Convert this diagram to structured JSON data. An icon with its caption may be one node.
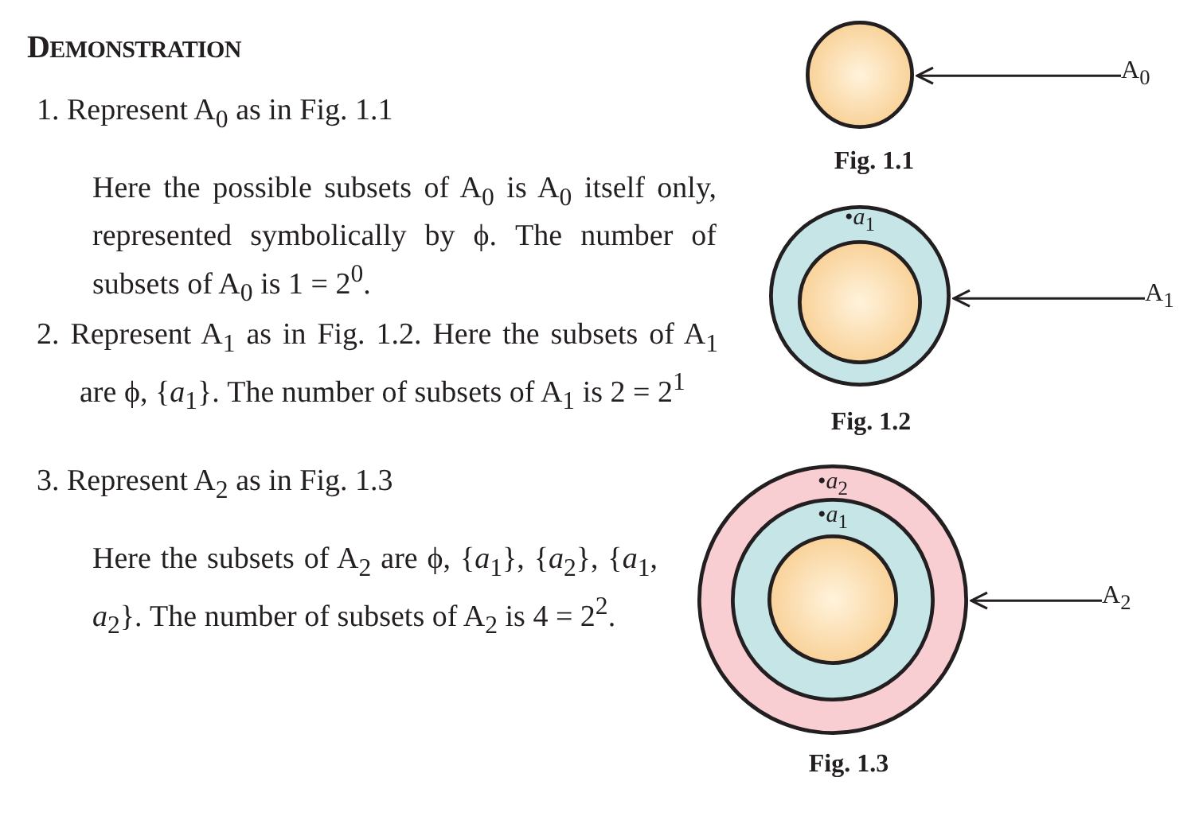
{
  "diagram": {
    "title": "DEMONSTRATION",
    "nodes": [
      {
        "text": [],
        "shape": "circle",
        "beside": [
          "Fig. 1.1"
        ]
      },
      {
        "text": [
          "A$_{0}$"
        ]
      },
      {
        "text": [
          "•*a*$_{1}$"
        ],
        "beside": [
          "Fig. 1.2"
        ]
      },
      {
        "text": [],
        "shape": "circle",
        "in": 2
      },
      {
        "text": [
          "A$_{1}$"
        ]
      },
      {
        "text": [
          "•*a*$_{2}$"
        ],
        "beside": [
          "Fig. 1.3"
        ]
      },
      {
        "text": [
          "•*a*$_{1}$"
        ],
        "in": 5
      },
      {
        "text": [],
        "shape": "circle",
        "in": 6
      },
      {
        "text": [
          "A$_{2}$"
        ]
      }
    ],
    "edges": [
      {
        "from": 1,
        "to": 0,
        "arrow": "to"
      },
      {
        "from": 4,
        "to": 2,
        "arrow": "to"
      },
      {
        "from": 8,
        "to": 5,
        "arrow": "to"
      }
    ],
    "labels": [
      "1. Represent A$_{0}$ as in Fig. 1.1",
      "Here the possible subsets of A$_{0}$ is A$_{0}$ itself only, represented symbolically by ϕ. The number of subsets of A$_{0}$ is 1 = 2$^{0}$.",
      "2. Represent A$_{1}$ as in Fig. 1.2. Here the subsets of A$_{1}$ are ϕ, {*a*$_{1}$}. The number of subsets of A$_{1}$ is 2 = 2$^{1}$",
      "3. Represent A$_{2}$ as in Fig. 1.3",
      "Here the subsets of A$_{2}$ are ϕ, {*a*$_{1}$}, {*a*$_{2}$}, {*a*$_{1}$, *a*$_{2}$}. The number of subsets of A$_{2}$ is 4 = 2$^{2}$."
    ]
  }
}
